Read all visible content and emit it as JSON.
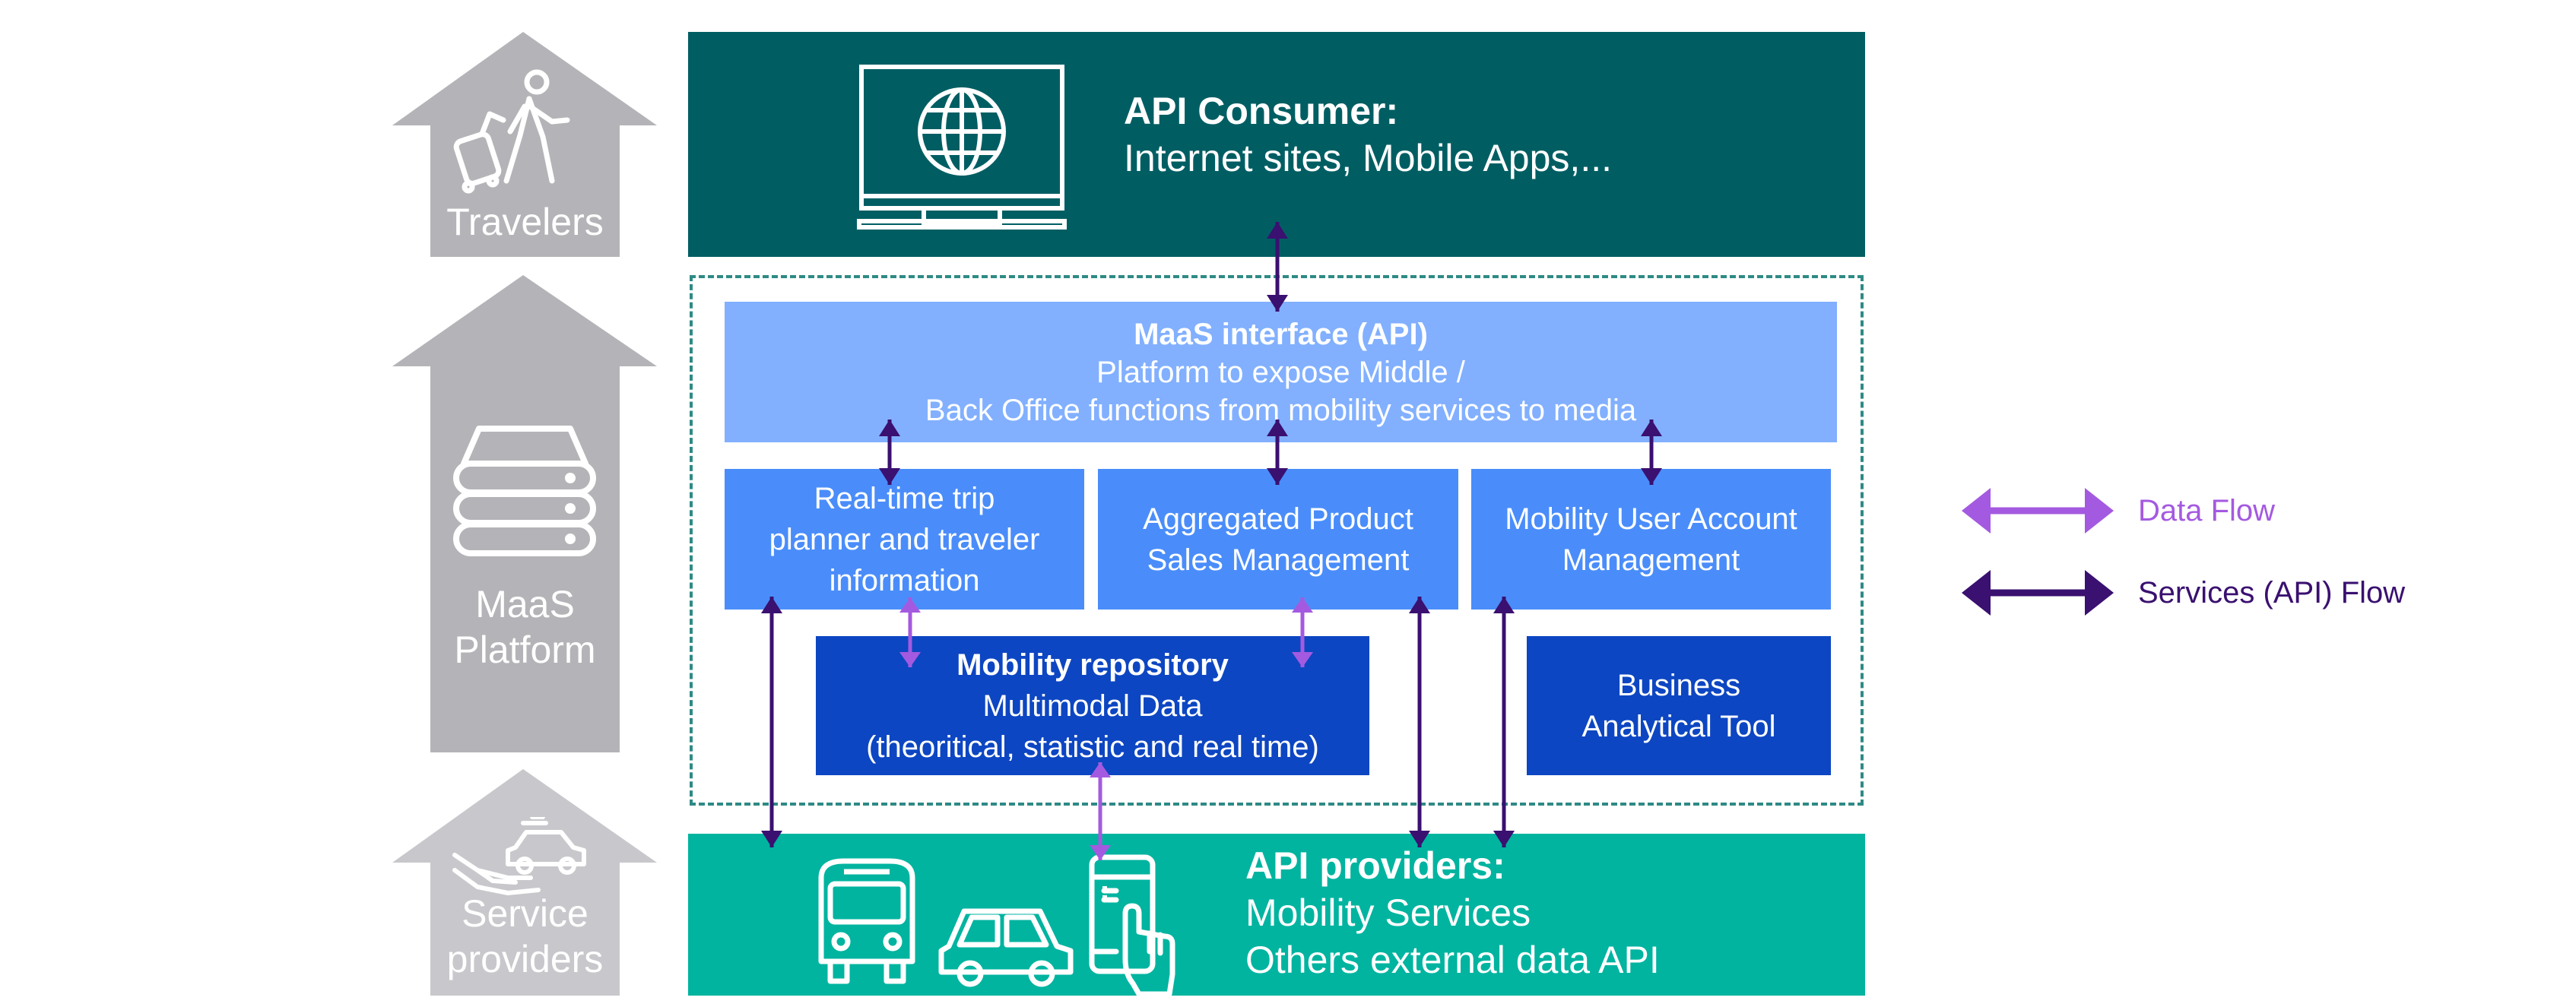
{
  "colors": {
    "consumer_bg": "#005e63",
    "providers_bg": "#00b4a0",
    "interface_bg": "#82b0ff",
    "module_bg": "#4a8dfa",
    "repo_bg": "#0d46c2",
    "side_arrow": "#b4b4b8",
    "data_flow": "#a45ae0",
    "services_flow": "#3a1070",
    "dashed_border": "#2e8a85"
  },
  "side_arrows": {
    "travelers": {
      "label": "Travelers",
      "icon": "traveler-with-luggage-icon"
    },
    "platform": {
      "line1": "MaaS",
      "line2": "Platform",
      "icon": "server-stack-icon"
    },
    "providers": {
      "line1": "Service",
      "line2": "providers",
      "icon": "hand-with-car-icon"
    }
  },
  "consumer": {
    "title": "API Consumer:",
    "subtitle": "Internet sites, Mobile Apps,...",
    "icon": "monitor-globe-icon"
  },
  "interface": {
    "title": "MaaS interface (API)",
    "line1": "Platform to expose Middle /",
    "line2": "Back Office functions from mobility services to media"
  },
  "modules": {
    "trip_planner": {
      "line1": "Real-time trip",
      "line2": "planner and traveler",
      "line3": "information"
    },
    "sales": {
      "line1": "Aggregated Product",
      "line2": "Sales Management"
    },
    "account": {
      "line1": "Mobility User Account",
      "line2": "Management"
    }
  },
  "repository": {
    "title": "Mobility repository",
    "line1": "Multimodal Data",
    "line2": "(theoritical, statistic and real time)"
  },
  "analytics": {
    "line1": "Business",
    "line2": "Analytical Tool"
  },
  "providers": {
    "title": "API providers:",
    "line1": "Mobility Services",
    "line2": "Others external data API",
    "icons": [
      "bus-icon",
      "car-icon",
      "smartphone-touch-icon"
    ]
  },
  "legend": {
    "data_flow": "Data Flow",
    "services_flow": "Services (API) Flow"
  }
}
